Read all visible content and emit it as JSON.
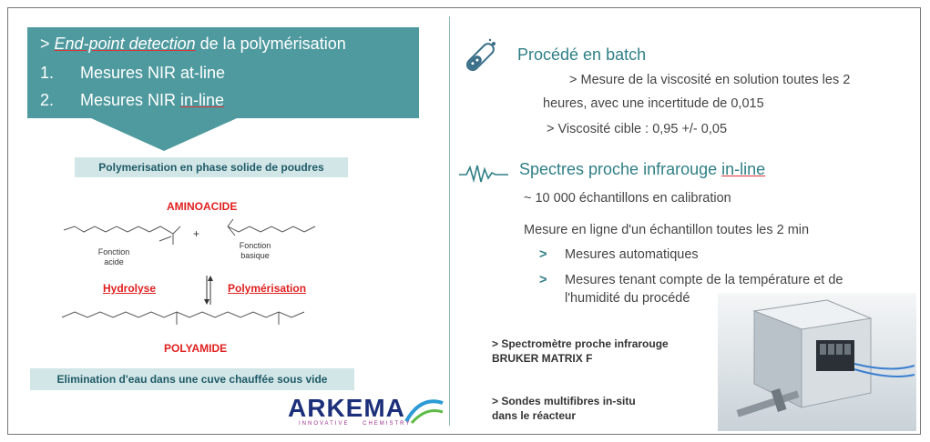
{
  "left": {
    "callout": {
      "line1_prefix": "> ",
      "line1_em": "End-point detection",
      "line1_rest": " de la polymérisation",
      "item1_num": "1.",
      "item1_text": "Mesures NIR at-line",
      "item2_num": "2.",
      "item2_pre": "Mesures NIR ",
      "item2_u": "in-line"
    },
    "bar_top": "Polymerisation en phase solide de poudres",
    "aminoacide": "AMINOACIDE",
    "fonction_acide": "Fonction acide",
    "fonction_basique": "Fonction basique",
    "plus": "+",
    "hydrolyse": "Hydrolyse",
    "polymerisation": "Polymérisation",
    "polyamide": "POLYAMIDE",
    "bar_bottom": "Elimination d'eau dans une cuve chauffée sous vide",
    "logo": {
      "name": "ARKEMA",
      "tag_left": "INNOVATIVE",
      "tag_right": "CHEMISTRY"
    }
  },
  "right": {
    "batch_title": "Procédé en batch",
    "batch_l1": "> Mesure de la viscosité en solution toutes les 2",
    "batch_l2": "heures, avec une incertitude de 0,015",
    "batch_l3": "> Viscosité cible : 0,95 +/- 0,05",
    "nir_title_pre": "Spectres proche infrarouge ",
    "nir_title_u": "in-line",
    "nir_l1": "~ 10 000 échantillons en calibration",
    "nir_l2": "Mesure en ligne d'un échantillon toutes les 2 min",
    "bullet_mark": ">",
    "bullet1": "Mesures automatiques",
    "bullet2a": "Mesures tenant compte de la température et de",
    "bullet2b": "l'humidité du procédé",
    "spectro_l1": "> Spectromètre proche infrarouge",
    "spectro_l2": "BRUKER MATRIX F",
    "sondes_l1": "> Sondes multifibres in-situ",
    "sondes_l2": "dans le réacteur"
  },
  "colors": {
    "teal": "#4f9a9f",
    "teal_light": "#d2e6e8",
    "red": "#e02020",
    "navy": "#1c2f7a"
  },
  "icons": [
    "test-tube-icon",
    "waveform-icon"
  ]
}
